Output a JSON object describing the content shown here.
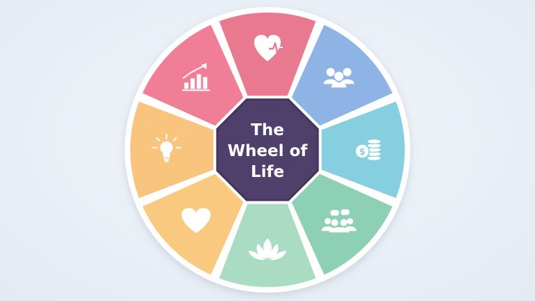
{
  "diagram": {
    "center": {
      "lines": [
        "The",
        "Wheel of",
        "Life"
      ],
      "color": "#4f3f6b"
    },
    "segments": [
      {
        "icon": "heart-pulse-icon",
        "color": "#e8798f"
      },
      {
        "icon": "family-icon",
        "color": "#8eb4e6"
      },
      {
        "icon": "money-coins-icon",
        "color": "#86cfe0"
      },
      {
        "icon": "community-chat-icon",
        "color": "#8ed0b6"
      },
      {
        "icon": "lotus-icon",
        "color": "#a9dcc3"
      },
      {
        "icon": "heart-icon",
        "color": "#f8c97f"
      },
      {
        "icon": "lightbulb-icon",
        "color": "#f9c47e"
      },
      {
        "icon": "growth-chart-icon",
        "color": "#ef7e96"
      }
    ],
    "wheel_color": "#ffffff",
    "hub_border_color": "#43355c"
  }
}
